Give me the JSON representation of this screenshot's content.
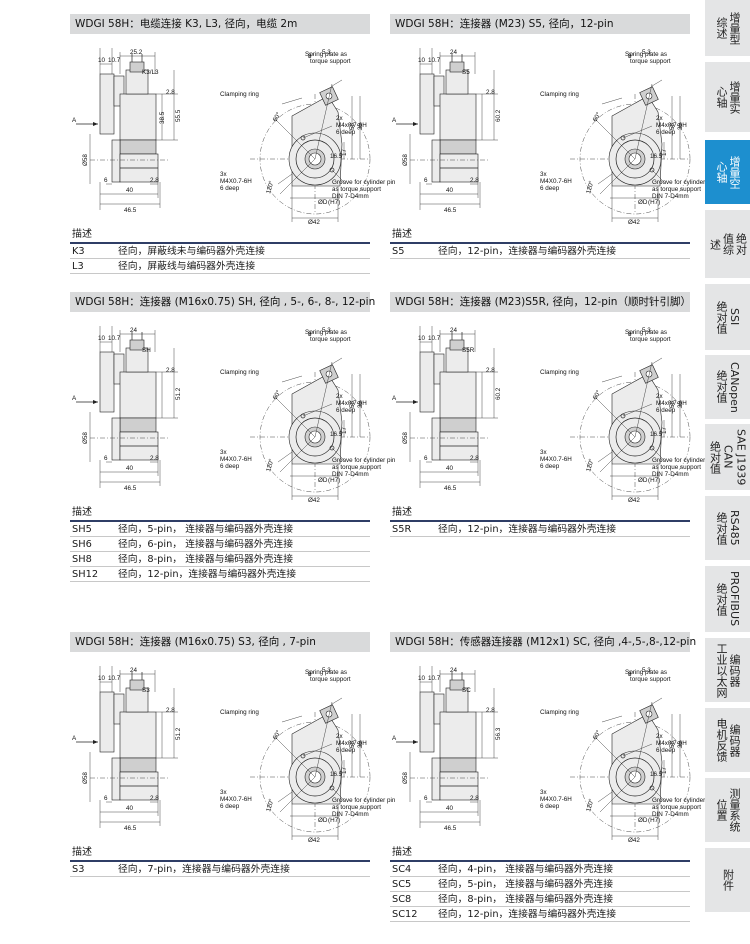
{
  "sections": [
    {
      "title": "WDGI 58H：电缆连接 K3, L3, 径向，电缆 2m",
      "connector_label": "K3/L3",
      "dims": {
        "d1": "25.2",
        "d2": "10",
        "d3": "10.7",
        "d4": "2.8",
        "d5": "38.5",
        "d6": "55.5",
        "d7": "6",
        "d8": "40",
        "d9": "46.5",
        "d10": "Ø58"
      },
      "desc_title": "描述",
      "rows": [
        {
          "code": "K3",
          "text": "径向，屏蔽线未与编码器外壳连接"
        },
        {
          "code": "L3",
          "text": "径向，屏蔽线与编码器外壳连接"
        }
      ]
    },
    {
      "title": "WDGI 58H：连接器 (M23) S5, 径向，12-pin",
      "connector_label": "S5",
      "dims": {
        "d1": "24",
        "d2": "10",
        "d3": "10.7",
        "d4": "2.8",
        "d5": "",
        "d6": "60.2",
        "d7": "6",
        "d8": "40",
        "d9": "46.5",
        "d10": "Ø58"
      },
      "desc_title": "描述",
      "rows": [
        {
          "code": "S5",
          "text": "径向，12-pin，连接器与编码器外壳连接"
        }
      ]
    },
    {
      "title": "WDGI 58H：连接器 (M16x0.75) SH, 径向 , 5-, 6-, 8-, 12-pin",
      "connector_label": "SH",
      "dims": {
        "d1": "24",
        "d2": "10",
        "d3": "10.7",
        "d4": "2.8",
        "d5": "",
        "d6": "51.2",
        "d7": "6",
        "d8": "40",
        "d9": "46.5",
        "d10": "Ø58"
      },
      "desc_title": "描述",
      "rows": [
        {
          "code": "SH5",
          "text": "径向，5-pin，  连接器与编码器外壳连接"
        },
        {
          "code": "SH6",
          "text": "径向，6-pin，  连接器与编码器外壳连接"
        },
        {
          "code": "SH8",
          "text": "径向，8-pin，  连接器与编码器外壳连接"
        },
        {
          "code": "SH12",
          "text": "径向，12-pin，连接器与编码器外壳连接"
        }
      ]
    },
    {
      "title": "WDGI 58H：连接器 (M23)S5R, 径向，12-pin（顺时针引脚）",
      "connector_label": "S5R",
      "dims": {
        "d1": "24",
        "d2": "10",
        "d3": "10.7",
        "d4": "2.8",
        "d5": "",
        "d6": "60.2",
        "d7": "6",
        "d8": "40",
        "d9": "46.5",
        "d10": "Ø58"
      },
      "desc_title": "描述",
      "rows": [
        {
          "code": "S5R",
          "text": "径向，12-pin，连接器与编码器外壳连接"
        }
      ]
    },
    {
      "title": "WDGI 58H：连接器 (M16x0.75)  S3,  径向 , 7-pin",
      "connector_label": "S3",
      "dims": {
        "d1": "24",
        "d2": "10",
        "d3": "10.7",
        "d4": "2.8",
        "d5": "",
        "d6": "51.2",
        "d7": "6",
        "d8": "40",
        "d9": "46.5",
        "d10": "Ø58"
      },
      "desc_title": "描述",
      "rows": [
        {
          "code": "S3",
          "text": "径向，7-pin，连接器与编码器外壳连接"
        }
      ]
    },
    {
      "title": "WDGI 58H：传感器连接器 (M12x1) SC, 径向 ,4-,5-,8-,12-pin",
      "connector_label": "SC",
      "dims": {
        "d1": "24",
        "d2": "10",
        "d3": "10.7",
        "d4": "2.8",
        "d5": "",
        "d6": "56.3",
        "d7": "6",
        "d8": "40",
        "d9": "46.5",
        "d10": "Ø58"
      },
      "desc_title": "描述",
      "rows": [
        {
          "code": "SC4",
          "text": "径向，4-pin，  连接器与编码器外壳连接"
        },
        {
          "code": "SC5",
          "text": "径向，5-pin，  连接器与编码器外壳连接"
        },
        {
          "code": "SC8",
          "text": "径向，8-pin，  连接器与编码器外壳连接"
        },
        {
          "code": "SC12",
          "text": "径向，12-pin，连接器与编码器外壳连接"
        }
      ]
    }
  ],
  "annotations": {
    "spring_plate": "Spring plate as",
    "torque_support": "torque support",
    "clamping_ring": "Clamping ring",
    "screw_3x": "3x",
    "screw_m4": "M4X0.7-6H",
    "six_deep": "6 deep",
    "twox": "2x",
    "m4x07": "M4x0.7-6H",
    "six_deep2": "6 deep",
    "groove1": "Groove for cylinder pin",
    "groove2": "as torque support",
    "groove3": "DIN 7-D4mm",
    "arrow_a": "A",
    "dim_42": "Ø42",
    "dim_d": "ØD",
    "dim_h7": "(H7)",
    "dim_53": "5.3",
    "dim_8": "8°",
    "dim_60": "60°",
    "dim_120": "120°",
    "dim_58": "58",
    "dim_165": "16.5",
    "dim_30": "30",
    "dim_17": "17"
  },
  "sidebar": [
    {
      "lines": [
        "增量型",
        "综述"
      ],
      "active": false
    },
    {
      "lines": [
        "增量实",
        "心轴"
      ],
      "active": false
    },
    {
      "lines": [
        "增量空",
        "心轴"
      ],
      "active": true
    },
    {
      "lines": [
        "绝对",
        "值综",
        "述"
      ],
      "active": false
    },
    {
      "lines": [
        "SSI",
        "绝对值"
      ],
      "active": false
    },
    {
      "lines": [
        "CANopen",
        "绝对值"
      ],
      "active": false
    },
    {
      "lines": [
        "SAE J1939",
        "CAN",
        "绝对值"
      ],
      "active": false
    },
    {
      "lines": [
        "RS485",
        "绝对值"
      ],
      "active": false
    },
    {
      "lines": [
        "PROFIBUS",
        "绝对值"
      ],
      "active": false
    },
    {
      "lines": [
        "编码器",
        "工业以太网"
      ],
      "active": false
    },
    {
      "lines": [
        "编码器",
        "电机反馈"
      ],
      "active": false
    },
    {
      "lines": [
        "测量系统",
        "位置"
      ],
      "active": false
    },
    {
      "lines": [
        "附件"
      ],
      "active": false
    }
  ]
}
